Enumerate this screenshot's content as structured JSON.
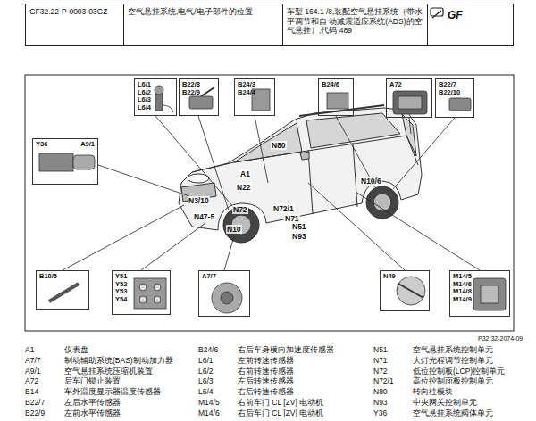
{
  "diagram": {
    "nodes": [
      {
        "text": [
          "GF32.22-P-0003-03GZ"
        ]
      },
      {
        "text": [
          "空气悬挂系统,电气/电子部件的位置"
        ]
      },
      {
        "text": [
          "车型 164.1 /8,装配空气悬挂系统（带水平调节和自 动减震适应系统(ADS)的空气悬挂）,代码 489"
        ]
      },
      {
        "text": [
          "GF"
        ]
      },
      {
        "text": [
          "L6/1",
          "L6/2",
          "L6/3",
          "L6/4"
        ]
      },
      {
        "text": [
          "B22/8",
          "B22/9"
        ]
      },
      {
        "text": [
          "B24/3",
          "B24/4"
        ]
      },
      {
        "text": [
          "B24/6"
        ]
      },
      {
        "text": [
          "A72"
        ]
      },
      {
        "text": [
          "B22/7",
          "B22/10"
        ]
      },
      {
        "text": [
          "Y36",
          "A9/1"
        ]
      },
      {
        "text": [
          "B10/5"
        ]
      },
      {
        "text": [
          "Y51",
          "Y52",
          "Y53",
          "Y54"
        ]
      },
      {
        "text": [
          "A7/7"
        ]
      },
      {
        "text": [
          "N49"
        ]
      },
      {
        "text": [
          "M14/5",
          "M14/6",
          "M14/8",
          "M14/9"
        ]
      }
    ],
    "labels": [
      "A1",
      "N80",
      "N22",
      "N3/10",
      "N72",
      "N72/1",
      "N47-5",
      "N71",
      "N10",
      "N51",
      "N93",
      "N10/6",
      "P32.32-2074-09",
      "A1",
      "仪表盘",
      "A7/7",
      "制动辅助系统(BAS)制动加力器",
      "A9/1",
      "空气悬挂系统压缩机装置",
      "A72",
      "后车门锁止装置",
      "B14",
      "车外温度显示器温度传感器",
      "B22/7",
      "左后水平传感器",
      "B22/9",
      "左前水平传感器",
      "B24/6",
      "右后车身横向加速度传感器",
      "L6/1",
      "左前转速传感器",
      "L6/2",
      "右前转速传感器",
      "L6/3",
      "左后转速传感器",
      "L6/4",
      "右后转速传感器",
      "M14/5",
      "右前车门 CL [ZV] 电动机",
      "M14/6",
      "右后车门 CL [ZV] 电动机",
      "N51",
      "空气悬挂系统控制单元",
      "N71",
      "大灯光程调节控制单元",
      "N72",
      "低位控制板(LCP)控制单元",
      "N72/1",
      "高位控制面板控制单元",
      "N80",
      "转向柱模块",
      "N93",
      "中央网关控制单元",
      "Y36",
      "空气悬挂系统阀体单元"
    ]
  }
}
